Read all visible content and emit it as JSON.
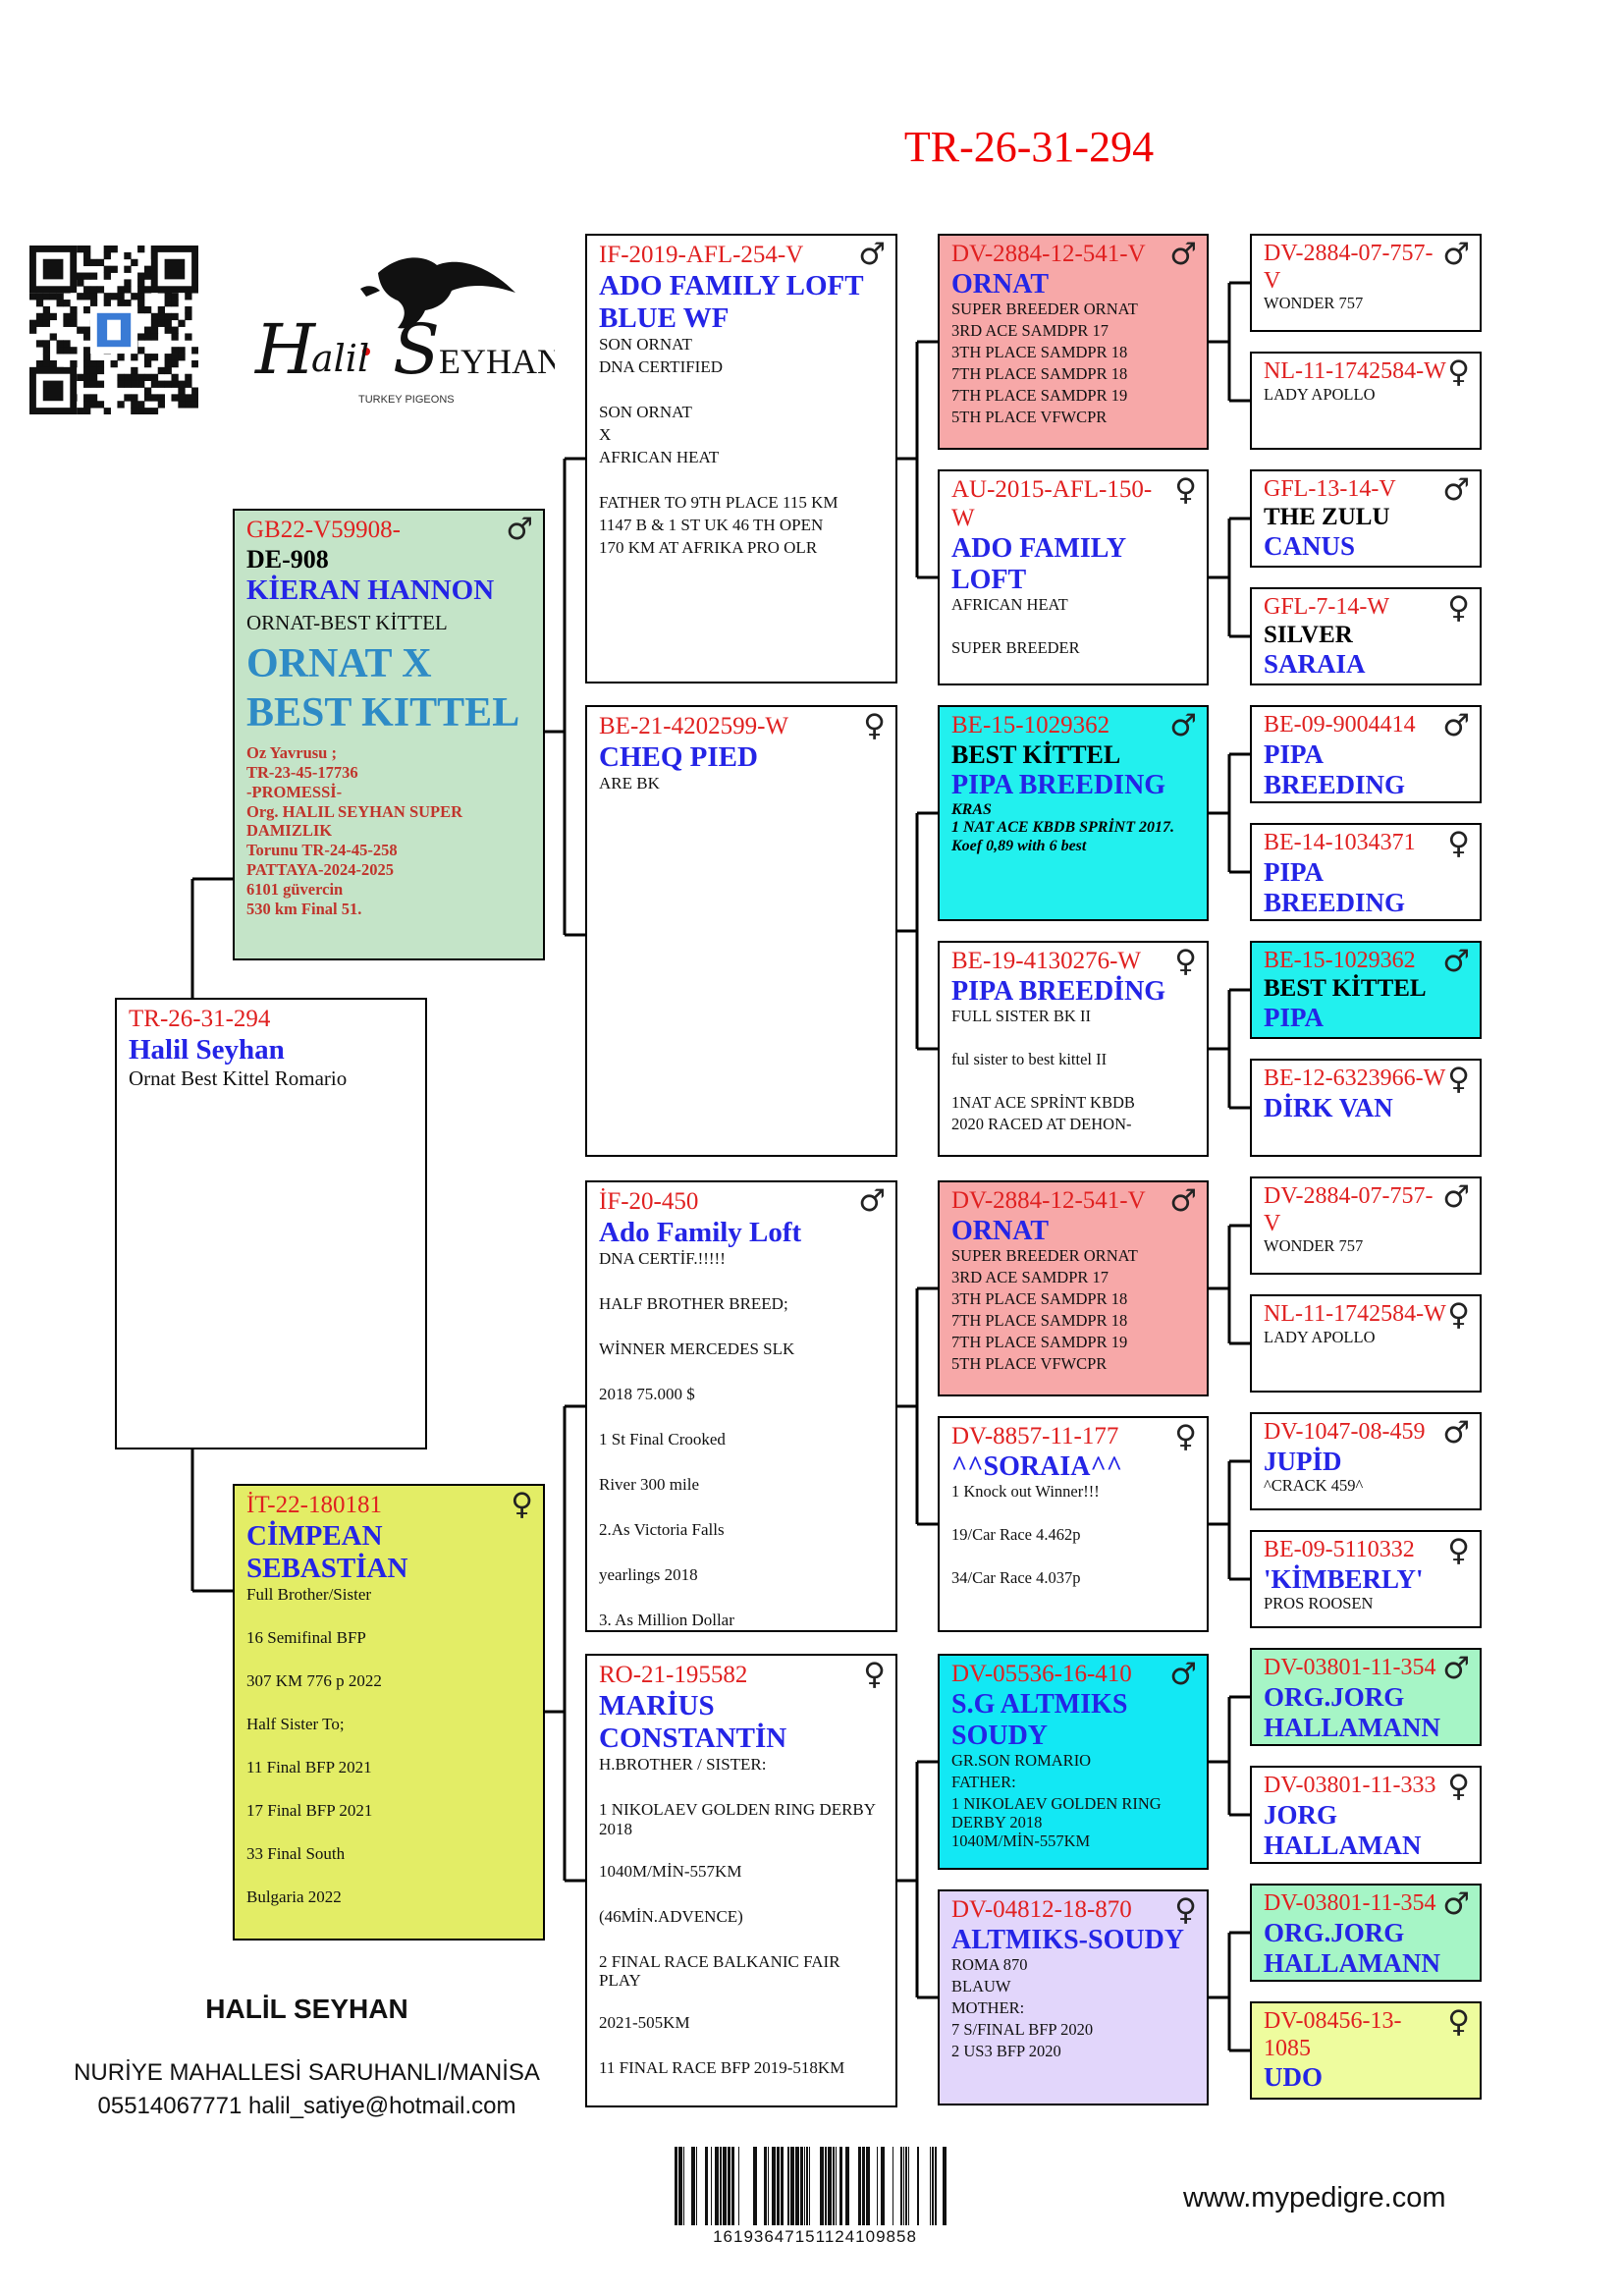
{
  "title": "TR-26-31-294",
  "logo": {
    "text_main": "HALİL SEYHAN",
    "text_sub": "TURKEY PIGEONS"
  },
  "subject": {
    "ring": "TR-26-31-294",
    "name": "Halil Seyhan",
    "lines": [
      "Ornat Best Kittel Romario"
    ]
  },
  "sire": {
    "ring": "GB22-V59908-",
    "sex": "♂",
    "name1": "DE-908",
    "name2": "KİERAN HANNON",
    "line1": "ORNAT-BEST KİTTEL",
    "big": [
      "ORNAT X",
      "BEST KITTEL"
    ],
    "red": [
      "Oz Yavrusu ;",
      "TR-23-45-17736",
      "-PROMESSİ-",
      "Org. HALIL SEYHAN SUPER DAMIZLIK",
      "Torunu  TR-24-45-258",
      "PATTAYA-2024-2025",
      "6101 güvercin",
      "530 km Final 51."
    ]
  },
  "dam": {
    "ring": "İT-22-180181",
    "sex": "♀",
    "name": "CİMPEAN SEBASTİAN",
    "lines": [
      "Full Brother/Sister",
      "",
      "16 Semifinal BFP",
      "",
      "307 KM 776 p 2022",
      "",
      "Half Sister To;",
      "",
      "11 Final BFP 2021",
      "",
      "17 Final BFP 2021",
      "",
      "33 Final South",
      "",
      "Bulgaria 2022"
    ]
  },
  "g3": [
    {
      "ring": "IF-2019-AFL-254-V",
      "sex": "♂",
      "name": "ADO FAMILY LOFT BLUE WF",
      "lines": [
        "SON ORNAT",
        "DNA CERTIFIED",
        "",
        "SON ORNAT",
        "X",
        "AFRICAN HEAT",
        "",
        "FATHER TO 9TH PLACE 115 KM",
        "1147 B & 1 ST UK 46 TH OPEN",
        "170 KM AT AFRIKA PRO OLR"
      ]
    },
    {
      "ring": "BE-21-4202599-W",
      "sex": "♀",
      "name": "CHEQ PIED",
      "lines": [
        "ARE BK"
      ]
    },
    {
      "ring": "İF-20-450",
      "sex": "♂",
      "name": "Ado Family Loft",
      "lines": [
        "DNA CERTİF.!!!!!",
        "",
        "HALF BROTHER BREED;",
        "",
        "WİNNER MERCEDES SLK",
        "",
        "2018 75.000 $",
        "",
        "1 St Final Crooked",
        "",
        "River 300 mile",
        "",
        "2.As Victoria Falls",
        "",
        "yearlings 2018",
        "",
        "3. As Million Dollar"
      ]
    },
    {
      "ring": "RO-21-195582",
      "sex": "♀",
      "name": "MARİUS CONSTANTİN",
      "lines": [
        "H.BROTHER / SISTER:",
        "",
        "1 NIKOLAEV GOLDEN RING DERBY 2018",
        "",
        "1040M/MİN-557KM",
        "",
        "(46MİN.ADVENCE)",
        "",
        "2 FINAL RACE BALKANIC FAIR PLAY",
        "",
        "2021-505KM",
        "",
        "11 FINAL RACE BFP 2019-518KM"
      ]
    }
  ],
  "g4": [
    {
      "ring": "DV-2884-12-541-V",
      "sex": "♂",
      "name": "ORNAT",
      "lines": [
        "SUPER BREEDER ORNAT",
        "3RD ACE SAMDPR 17",
        "3TH PLACE SAMDPR 18",
        "7TH PLACE SAMDPR 18",
        "7TH PLACE SAMDPR 19",
        "5TH PLACE VFWCPR"
      ],
      "color": "#f7a8a8"
    },
    {
      "ring": "AU-2015-AFL-150-W",
      "sex": "♀",
      "name": "ADO FAMILY LOFT",
      "lines": [
        "AFRICAN HEAT",
        "",
        "SUPER BREEDER"
      ],
      "color": "#ffffff"
    },
    {
      "ring": "BE-15-1029362",
      "sex": "♂",
      "name_black": "BEST KİTTEL",
      "name": "PIPA BREEDING",
      "italic": [
        "KRAS",
        "1 NAT ACE KBDB SPRİNT 2017.",
        "Koef 0,89 with 6 best"
      ],
      "color": "#22f0ee"
    },
    {
      "ring": "BE-19-4130276-W",
      "sex": "♀",
      "name": "PIPA BREEDİNG",
      "lines": [
        "FULL SISTER BK II",
        "",
        "ful sister to best kittel II",
        "",
        "1NAT ACE SPRİNT KBDB",
        "2020 RACED AT DEHON-"
      ],
      "color": "#ffffff"
    },
    {
      "ring": "DV-2884-12-541-V",
      "sex": "♂",
      "name": "ORNAT",
      "lines": [
        "SUPER BREEDER ORNAT",
        "3RD ACE SAMDPR 17",
        "3TH PLACE SAMDPR 18",
        "7TH PLACE SAMDPR 18",
        "7TH PLACE SAMDPR 19",
        "5TH PLACE VFWCPR"
      ],
      "color": "#f7a8a8"
    },
    {
      "ring": "DV-8857-11-177",
      "sex": "♀",
      "name": "^^SORAIA^^",
      "lines": [
        "1 Knock out Winner!!!",
        "",
        "19/Car Race 4.462p",
        "",
        "34/Car Race 4.037p"
      ],
      "color": "#ffffff"
    },
    {
      "ring": "DV-05536-16-410",
      "sex": "♂",
      "name": "S.G ALTMIKS SOUDY",
      "lines": [
        "GR.SON ROMARIO",
        "FATHER:",
        "1 NIKOLAEV GOLDEN RING DERBY 2018",
        "1040M/MİN-557KM"
      ],
      "color": "#12e8f4"
    },
    {
      "ring": "DV-04812-18-870",
      "sex": "♀",
      "name": "ALTMIKS-SOUDY",
      "lines": [
        "ROMA 870",
        "BLAUW",
        "MOTHER:",
        "7 S/FINAL BFP 2020",
        "2 US3 BFP 2020"
      ],
      "color": "#e2d6fb"
    }
  ],
  "g5": [
    {
      "ring": "DV-2884-07-757-V",
      "sex": "♂",
      "name": "",
      "lines": [
        "WONDER 757"
      ],
      "color": "#ffffff"
    },
    {
      "ring": "NL-11-1742584-W",
      "sex": "♀",
      "name": "",
      "lines": [
        "LADY APOLLO"
      ],
      "color": "#ffffff"
    },
    {
      "ring": "GFL-13-14-V",
      "sex": "♂",
      "name_black": "THE ZULU",
      "name": "CANUS",
      "lines": [],
      "color": "#ffffff"
    },
    {
      "ring": "GFL-7-14-W",
      "sex": "♀",
      "name_black": "SILVER",
      "name": "SARAIA",
      "lines": [],
      "color": "#ffffff"
    },
    {
      "ring": "BE-09-9004414",
      "sex": "♂",
      "name": "PIPA BREEDING",
      "lines": [],
      "color": "#ffffff"
    },
    {
      "ring": "BE-14-1034371",
      "sex": "♀",
      "name": "PIPA BREEDING",
      "lines": [],
      "color": "#ffffff"
    },
    {
      "ring": "BE-15-1029362",
      "sex": "♂",
      "name_black": "BEST KİTTEL",
      "name": "PIPA",
      "lines": [],
      "color": "#22f0ee"
    },
    {
      "ring": "BE-12-6323966-W",
      "sex": "♀",
      "name": "DİRK VAN",
      "lines": [],
      "color": "#ffffff"
    },
    {
      "ring": "DV-2884-07-757-V",
      "sex": "♂",
      "name": "",
      "lines": [
        "WONDER 757"
      ],
      "color": "#ffffff"
    },
    {
      "ring": "NL-11-1742584-W",
      "sex": "♀",
      "name": "",
      "lines": [
        "LADY APOLLO"
      ],
      "color": "#ffffff"
    },
    {
      "ring": "DV-1047-08-459",
      "sex": "♂",
      "name": "JUPİD",
      "lines": [
        "^CRACK 459^"
      ],
      "color": "#ffffff"
    },
    {
      "ring": "BE-09-5110332",
      "sex": "♀",
      "name": "'KİMBERLY'",
      "lines": [
        "PROS ROOSEN"
      ],
      "color": "#ffffff"
    },
    {
      "ring": "DV-03801-11-354",
      "sex": "♂",
      "name": "ORG.JORG HALLAMANN",
      "lines": [],
      "color": "#a6f5c6"
    },
    {
      "ring": "DV-03801-11-333",
      "sex": "♀",
      "name": "JORG HALLAMAN",
      "lines": [],
      "color": "#ffffff"
    },
    {
      "ring": "DV-03801-11-354",
      "sex": "♂",
      "name": "ORG.JORG HALLAMANN",
      "lines": [],
      "color": "#a6f5c6"
    },
    {
      "ring": "DV-08456-13-1085",
      "sex": "♀",
      "name": "UDO",
      "lines": [],
      "color": "#eefc9e"
    }
  ],
  "footer": {
    "name": "HALİL SEYHAN",
    "address": "NURİYE MAHALLESİ SARUHANLI/MANİSA",
    "contact": "05514067771 halil_satiye@hotmail.com",
    "website": "www.mypedigre.com",
    "barcode": "16193647151124109858"
  },
  "colors": {
    "ring": "#e02020",
    "name": "#2424e6",
    "sire_bg": "#c4e4c8",
    "dam_bg": "#e3ed66"
  }
}
